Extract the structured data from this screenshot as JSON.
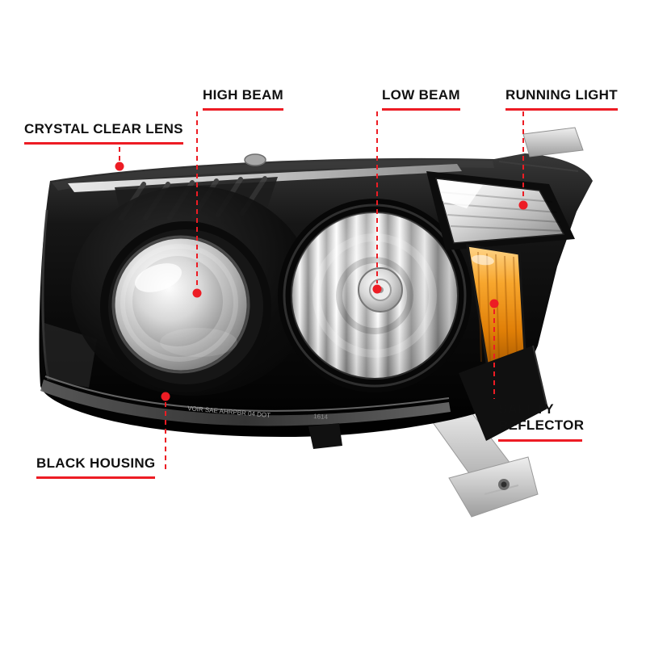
{
  "colors": {
    "accent_red": "#ed1c24",
    "label_color": "#111111",
    "background": "#ffffff",
    "housing_black": "#0d0d0d",
    "chrome_silver": "#d6d6d6",
    "amber_orange": "#f59d1e"
  },
  "product": {
    "name": "black-housing-crystal-clear-headlight-assembly",
    "lens_markings": [
      "VOIR SAE AHRPBR 04 DOT",
      "1614"
    ]
  },
  "callouts": {
    "crystal_clear_lens": {
      "label": "CRYSTAL CLEAR LENS"
    },
    "high_beam": {
      "label": "HIGH BEAM"
    },
    "low_beam": {
      "label": "LOW BEAM"
    },
    "running_light": {
      "label": "RUNNING LIGHT"
    },
    "safety_reflector": {
      "label": "SAFETY REFLECTOR"
    },
    "black_housing": {
      "label": "BLACK HOUSING"
    }
  }
}
